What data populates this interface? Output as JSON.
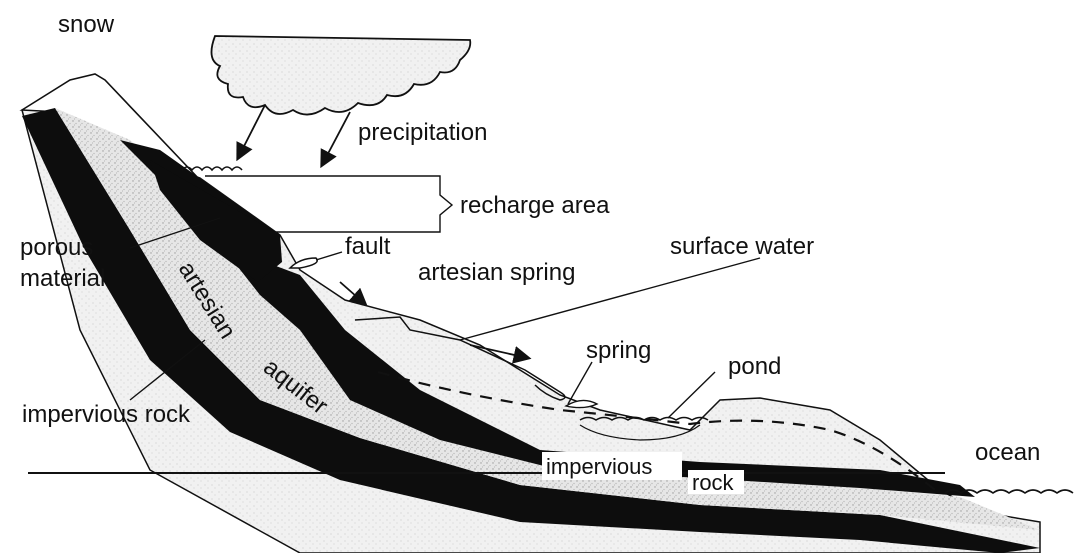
{
  "labels": {
    "snow": "snow",
    "precipitation": "precipitation",
    "recharge_area": "recharge area",
    "porous_material_line1": "porous",
    "porous_material_line2": "material",
    "fault": "fault",
    "artesian_spring": "artesian spring",
    "surface_water": "surface water",
    "artesian": "artesian",
    "aquifer": "aquifer",
    "spring": "spring",
    "pond": "pond",
    "impervious_rock_left": "impervious rock",
    "impervious": "impervious",
    "rock": "rock",
    "ocean": "ocean"
  },
  "colors": {
    "ink": "#111111",
    "rock": "#0d0d0d",
    "aquifer_fill": "#e4e4e4",
    "surface_fill": "#efefef",
    "background": "#ffffff"
  }
}
